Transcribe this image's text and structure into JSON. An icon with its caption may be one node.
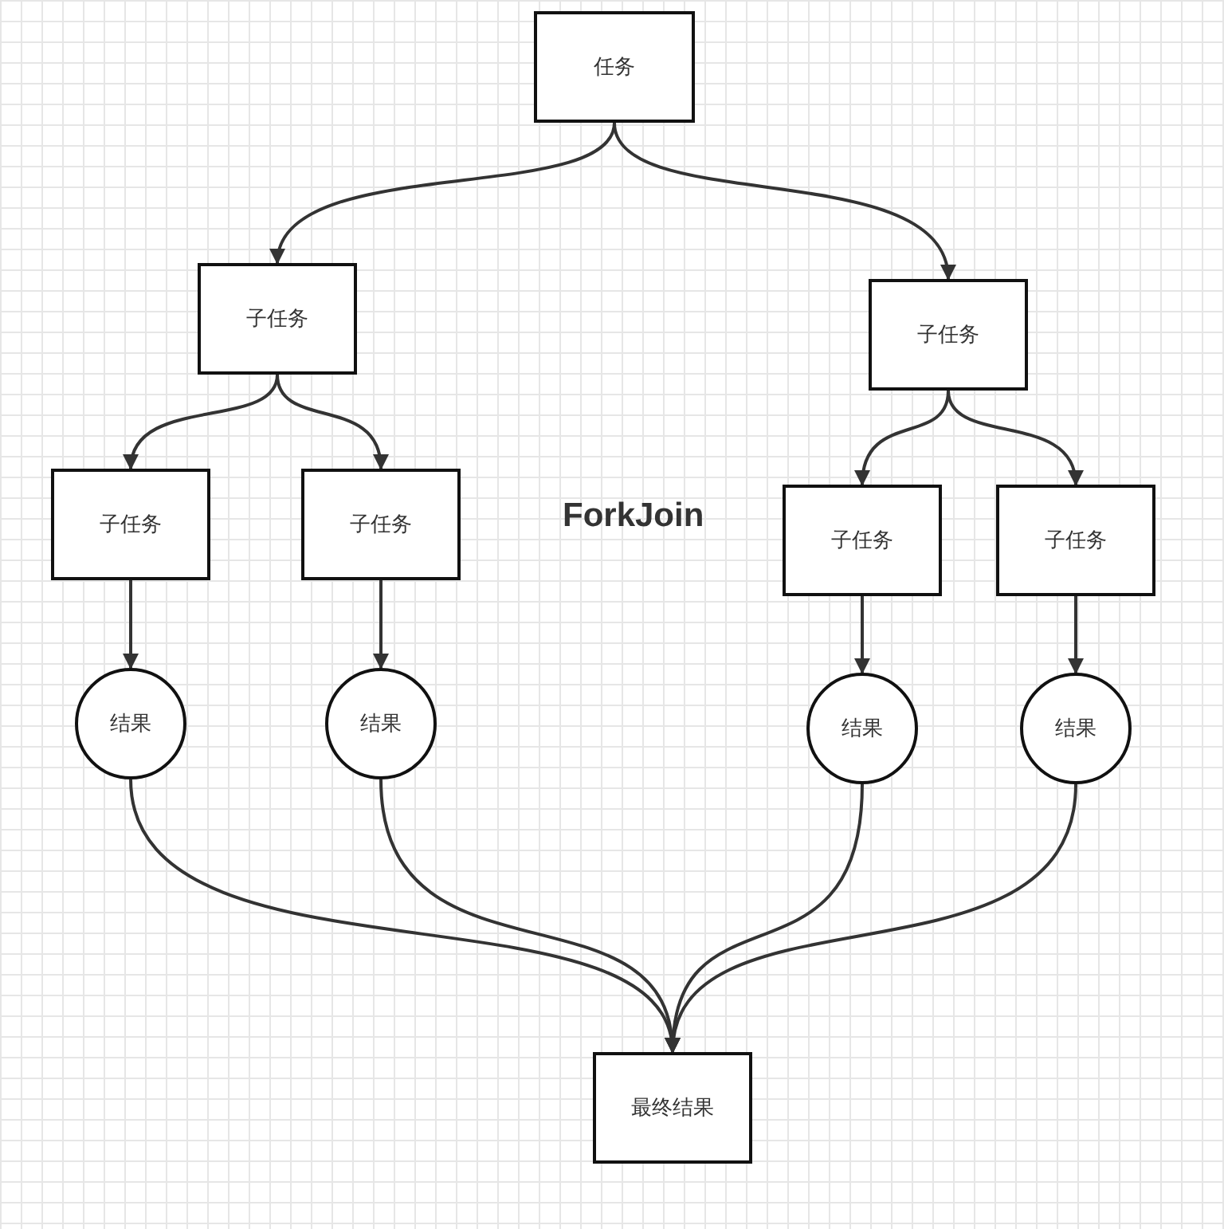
{
  "diagram": {
    "title": "ForkJoin",
    "nodes": [
      {
        "text": [
          "任务"
        ]
      },
      {
        "text": [
          "子任务"
        ]
      },
      {
        "text": [
          "子任务"
        ]
      },
      {
        "text": [
          "子任务"
        ]
      },
      {
        "text": [
          "子任务"
        ]
      },
      {
        "text": [
          "子任务"
        ]
      },
      {
        "text": [
          "子任务"
        ]
      },
      {
        "text": [
          "结果"
        ]
      },
      {
        "text": [
          "结果"
        ]
      },
      {
        "text": [
          "结果"
        ]
      },
      {
        "text": [
          "结果"
        ]
      },
      {
        "text": [
          "最终结果"
        ]
      }
    ],
    "edges": [
      {
        "from": 0,
        "to": 1,
        "arrow": "to"
      },
      {
        "from": 0,
        "to": 4,
        "arrow": "to"
      },
      {
        "from": 1,
        "to": 2,
        "arrow": "to"
      },
      {
        "from": 1,
        "to": 3,
        "arrow": "to"
      },
      {
        "from": 4,
        "to": 5,
        "arrow": "to"
      },
      {
        "from": 4,
        "to": 6,
        "arrow": "to"
      },
      {
        "from": 2,
        "to": 7,
        "arrow": "to"
      },
      {
        "from": 3,
        "to": 8,
        "arrow": "to"
      },
      {
        "from": 5,
        "to": 9,
        "arrow": "to"
      },
      {
        "from": 6,
        "to": 10,
        "arrow": "to"
      },
      {
        "from": 7,
        "to": 11,
        "arrow": "to"
      },
      {
        "from": 8,
        "to": 11,
        "arrow": "to"
      },
      {
        "from": 9,
        "to": 11,
        "arrow": "to"
      },
      {
        "from": 10,
        "to": 11,
        "arrow": "to"
      }
    ]
  }
}
